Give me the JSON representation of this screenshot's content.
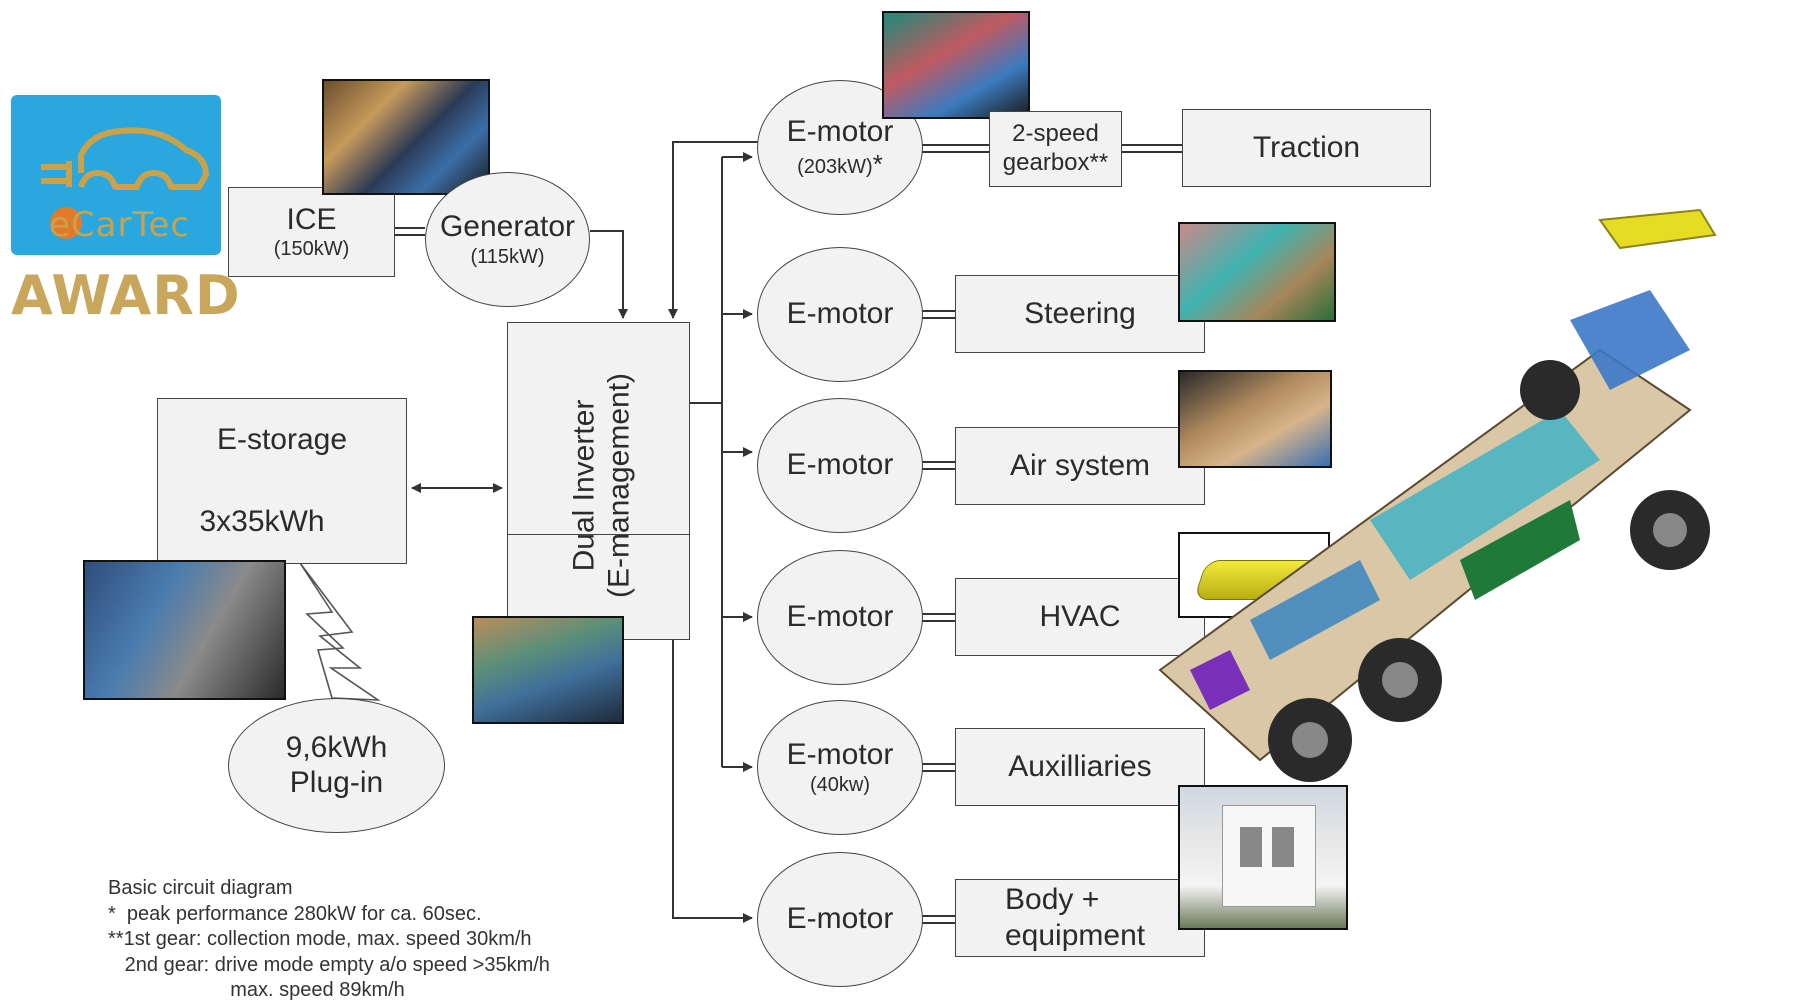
{
  "logo": {
    "brand": "eCarTec",
    "award": "AWARD",
    "colors": {
      "tile": "#2aa7df",
      "car": "#c9a24a",
      "award": "#c8a75d"
    }
  },
  "nodes": {
    "ice": {
      "title": "ICE",
      "power": "(150kW)"
    },
    "generator": {
      "title": "Generator",
      "power": "(115kW)"
    },
    "inverter": {
      "line1": "Dual Inverter",
      "line2": "(E-management)"
    },
    "storage": {
      "title": "E-storage",
      "capacity": "3x35kWh"
    },
    "plugin": {
      "line1": "9,6kWh",
      "line2": "Plug-in"
    },
    "gearbox": {
      "line1": "2-speed",
      "line2": "gearbox**"
    },
    "motors": [
      {
        "title": "E-motor",
        "power": "(203kW)",
        "mark": "*"
      },
      {
        "title": "E-motor"
      },
      {
        "title": "E-motor"
      },
      {
        "title": "E-motor"
      },
      {
        "title": "E-motor",
        "power": "(40kw)"
      },
      {
        "title": "E-motor"
      }
    ],
    "consumers": [
      {
        "label": "Traction"
      },
      {
        "label": "Steering"
      },
      {
        "label": "Air system"
      },
      {
        "label": "HVAC"
      },
      {
        "label": "Auxilliaries"
      },
      {
        "label": "Body + equipment"
      }
    ]
  },
  "notes": {
    "title": "Basic circuit diagram",
    "line1": "*  peak performance 280kW for ca. 60sec.",
    "line2": "**1st gear: collection mode, max. speed 30km/h",
    "line3": "   2nd gear: drive mode empty a/o speed >35km/h",
    "line4": "                      max. speed 89km/h"
  },
  "colors": {
    "box_fill": "#f2f2f2",
    "stroke": "#444444",
    "lines": "#333333"
  }
}
